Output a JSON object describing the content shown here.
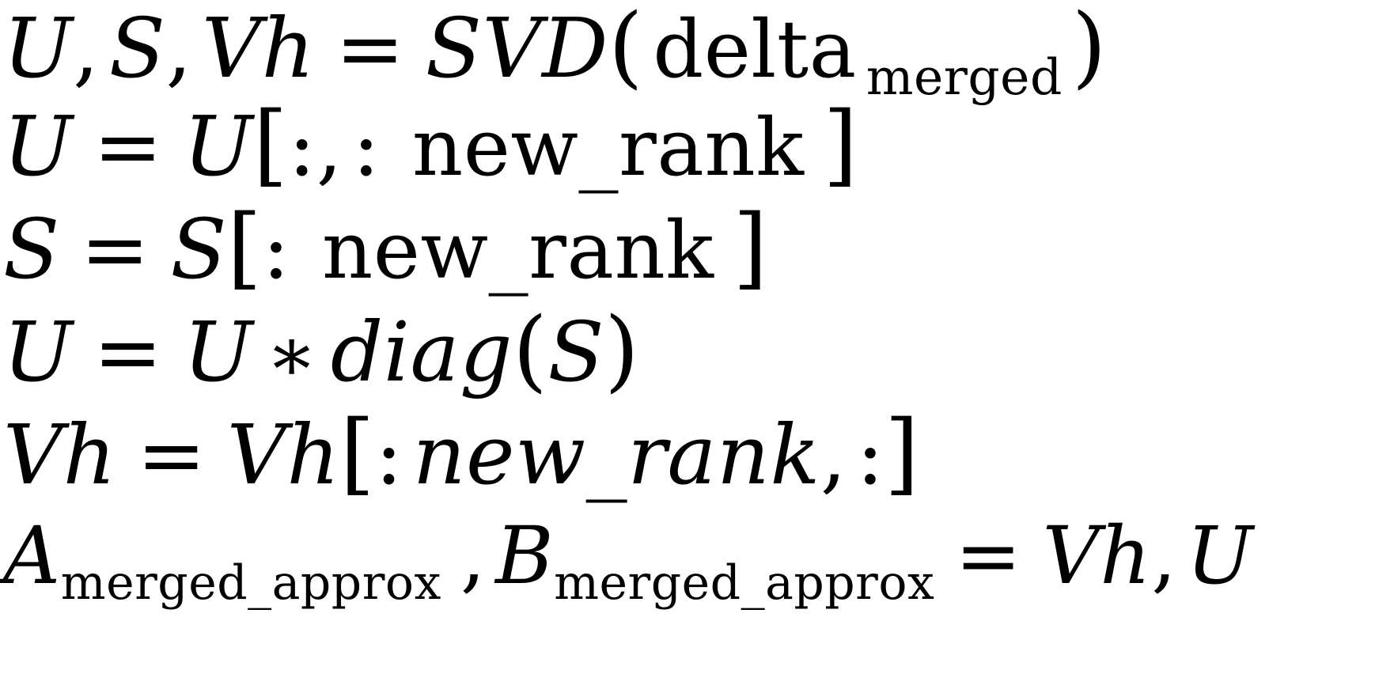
{
  "document": {
    "kind": "latex-equation-block",
    "background_color": "#ffffff",
    "text_color": "#000000",
    "line_count": 6
  },
  "equations": [
    {
      "id": "line-1",
      "plain": "U, S, Vh = SVD( delta_merged )",
      "tokens": {
        "lhs_u": "U",
        "comma_1": ",",
        "lhs_s": "S",
        "comma_2": ",",
        "lhs_v": "V",
        "lhs_h": "h",
        "equals": "=",
        "func_s": "S",
        "func_v": "V",
        "func_d": "D",
        "paren_open": "(",
        "arg_name": "delta",
        "arg_sub": "merged",
        "paren_close": ")"
      }
    },
    {
      "id": "line-2",
      "plain": "U = U[:, : new_rank ]",
      "tokens": {
        "lhs": "U",
        "equals": "=",
        "rhs": "U",
        "bracket_open": "[",
        "colon_1": ":",
        "comma": ",",
        "colon_2": ":",
        "index": "new_rank",
        "bracket_close": "]"
      }
    },
    {
      "id": "line-3",
      "plain": "S = S[: new_rank ]",
      "tokens": {
        "lhs": "S",
        "equals": "=",
        "rhs": "S",
        "bracket_open": "[",
        "colon": ":",
        "index": "new_rank",
        "bracket_close": "]"
      }
    },
    {
      "id": "line-4",
      "plain": "U = U * diag(S)",
      "tokens": {
        "lhs": "U",
        "equals": "=",
        "rhs": "U",
        "star": "∗",
        "func": "diag",
        "paren_open": "(",
        "arg": "S",
        "paren_close": ")"
      }
    },
    {
      "id": "line-5",
      "plain": "Vh = Vh[: new_rank, :]",
      "tokens": {
        "lhs_v": "V",
        "lhs_h": "h",
        "equals": "=",
        "rhs_v": "V",
        "rhs_h": "h",
        "bracket_open": "[",
        "colon_1": ":",
        "index": "new_rank",
        "comma": ",",
        "colon_2": ":",
        "bracket_close": "]"
      }
    },
    {
      "id": "line-6",
      "plain": "A_merged_approx , B_merged_approx = Vh, U",
      "tokens": {
        "lhs_a": "A",
        "lhs_a_sub": "merged_approx",
        "comma_mid": ",",
        "lhs_b": "B",
        "lhs_b_sub": "merged_approx",
        "equals": "=",
        "rhs_v": "V",
        "rhs_h": "h",
        "comma_end": ",",
        "rhs_u": "U"
      }
    }
  ]
}
